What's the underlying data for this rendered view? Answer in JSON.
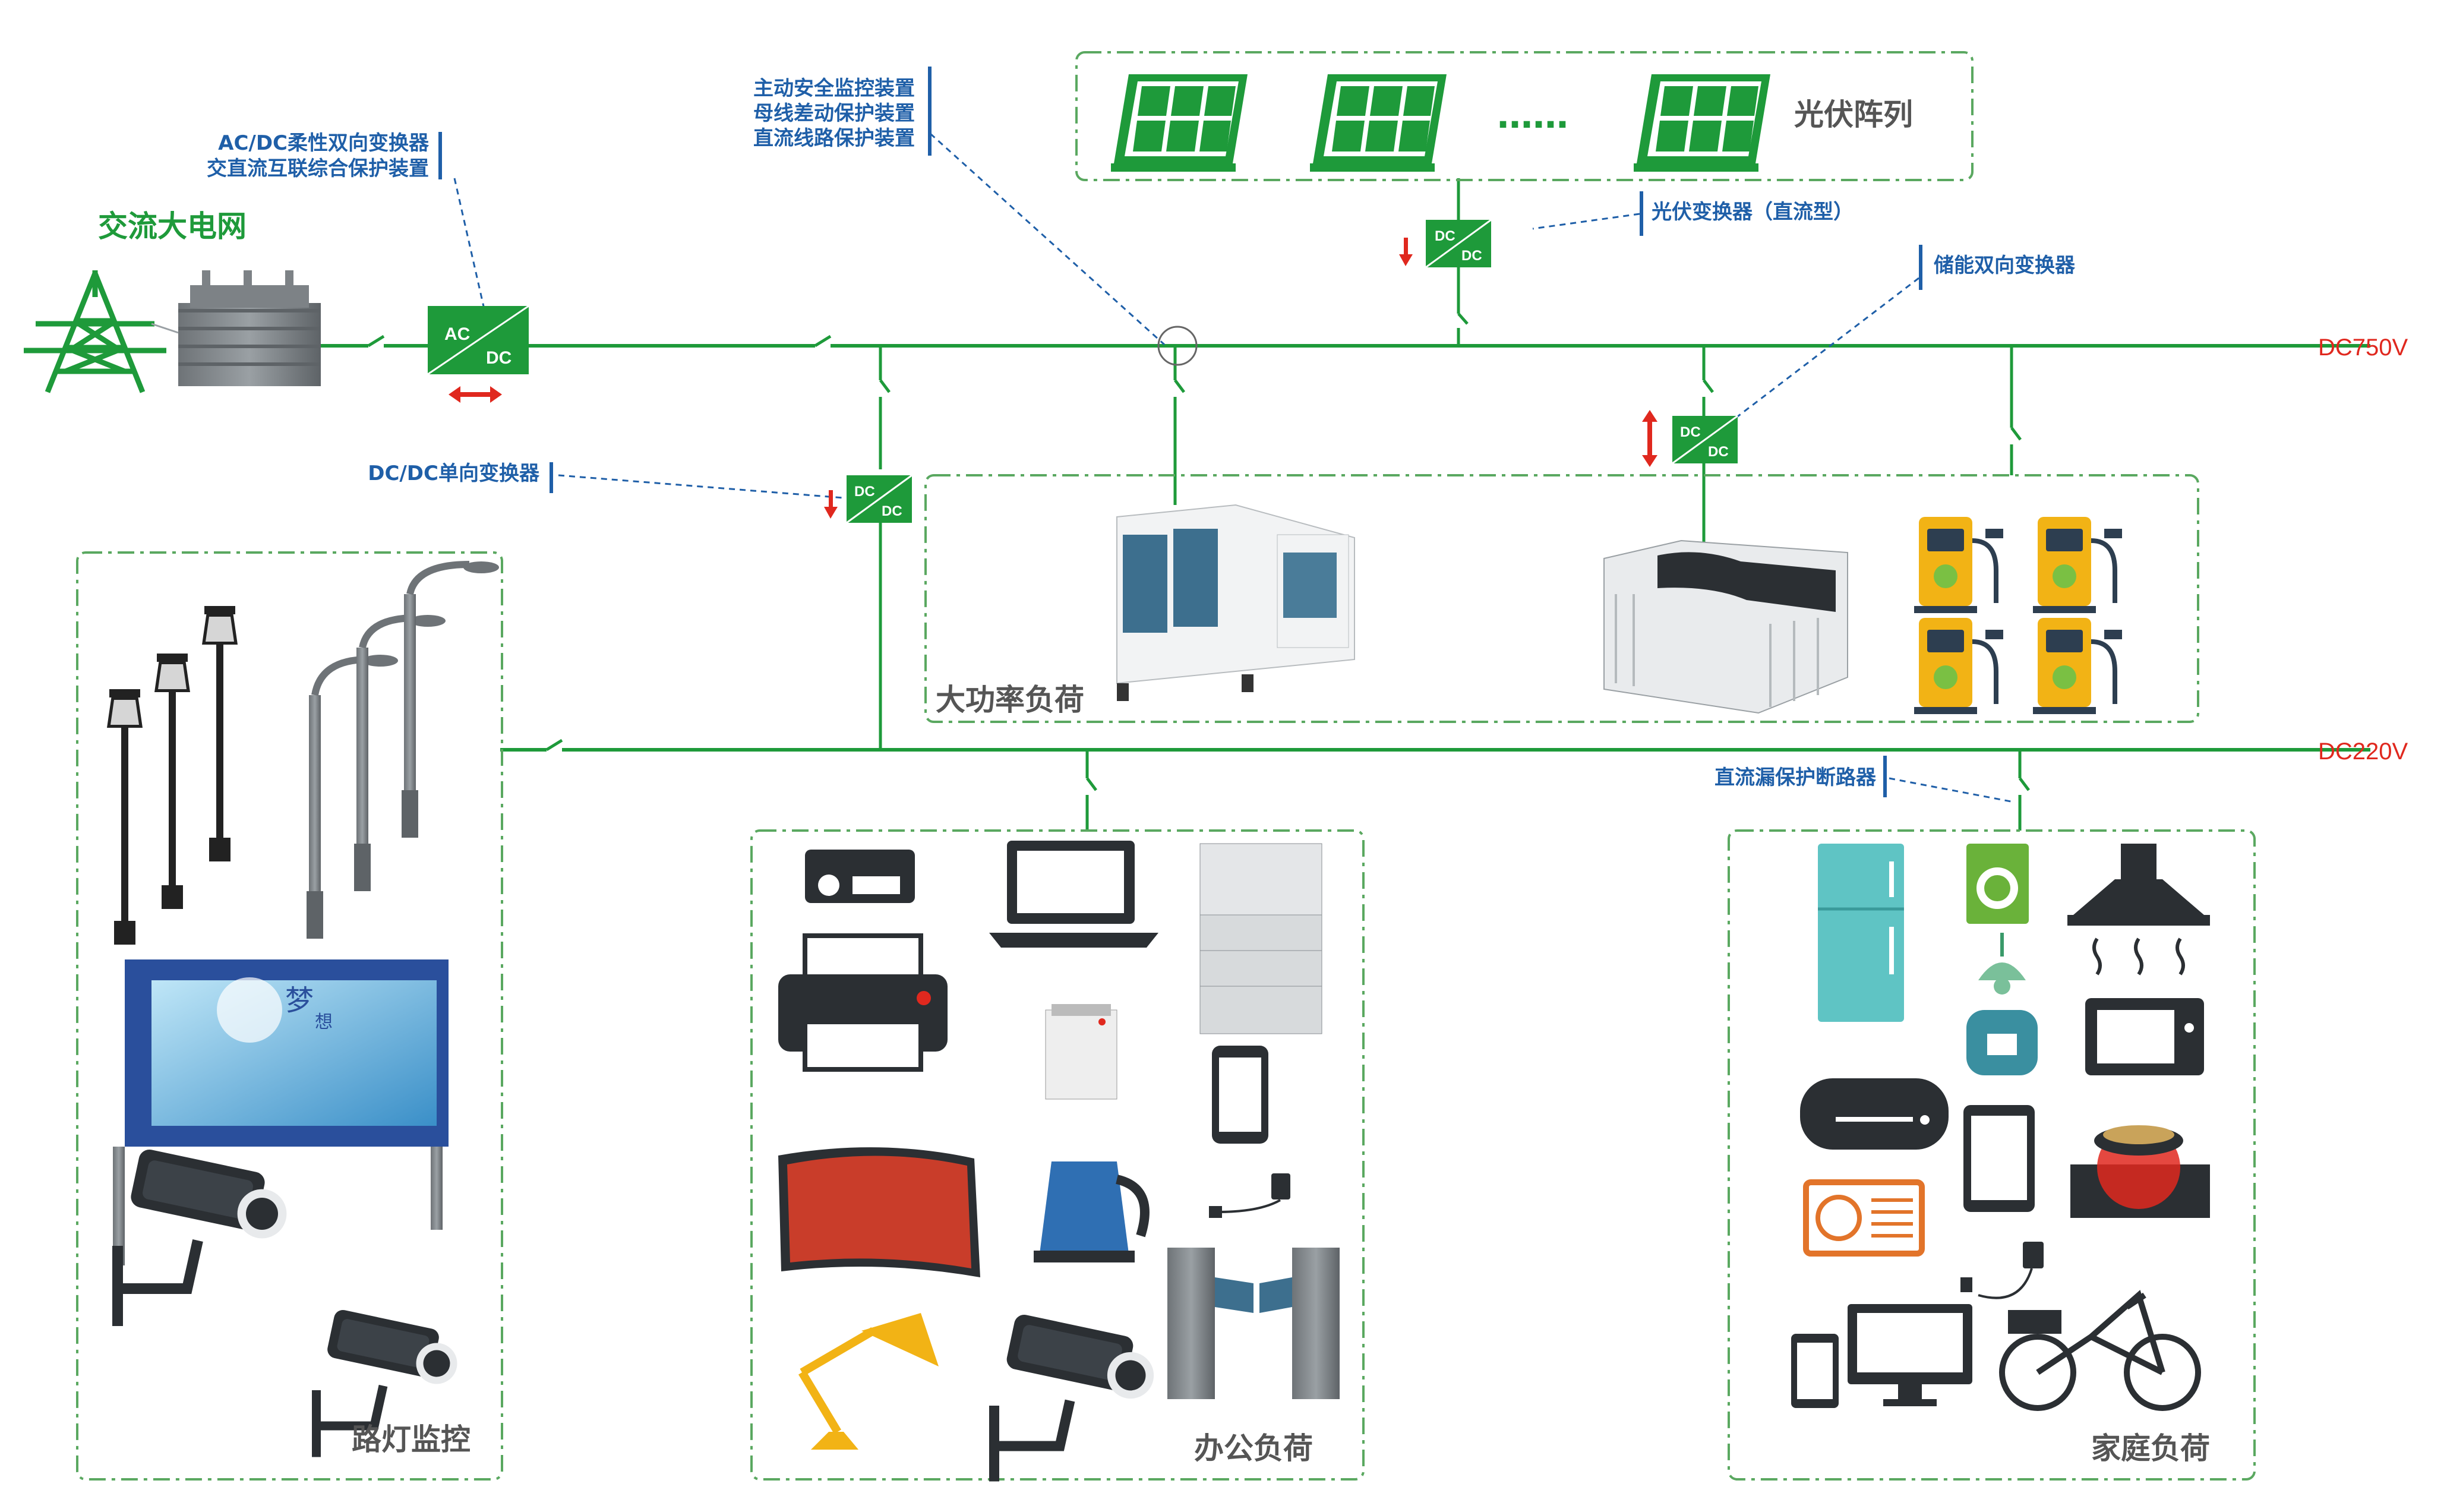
{
  "grid": {
    "title": "交流大电网"
  },
  "converters": {
    "acdc_label": {
      "line1": "AC/DC柔性双向变换器",
      "line2": "交直流互联综合保护装置"
    },
    "acdc_box": {
      "top": "AC",
      "bottom": "DC"
    },
    "protection_label": {
      "line1": "主动安全监控装置",
      "line2": "母线差动保护装置",
      "line3": "直流线路保护装置"
    },
    "pv_converter_label": "光伏变换器（直流型）",
    "storage_converter_label": "储能双向变换器",
    "dcdc_oneway_label": "DC/DC单向变换器",
    "dcdc_box": {
      "top": "DC",
      "bottom": "DC"
    },
    "leakage_breaker_label": "直流漏保护断路器"
  },
  "pv": {
    "title": "光伏阵列",
    "ellipsis": "……"
  },
  "buses": {
    "high": "DC750V",
    "low": "DC220V"
  },
  "groups": {
    "high_power": "大功率负荷",
    "street": "路灯监控",
    "office": "办公负荷",
    "home": "家庭负荷"
  },
  "billboard": {
    "text1": "梦",
    "text2": "想"
  },
  "colors": {
    "green": "#1e9a3a",
    "blue": "#1f5fa8",
    "red": "#e0281e",
    "dashed_border": "#5aa860"
  },
  "icons": {
    "street_group": [
      "lamp-post-icon",
      "billboard-icon",
      "surveillance-camera-icon"
    ],
    "office_group": [
      "projector-icon",
      "laptop-icon",
      "copier-icon",
      "printer-icon",
      "shredder-icon",
      "phone-icon",
      "curved-screen-icon",
      "kettle-icon",
      "charger-icon",
      "desk-lamp-icon",
      "camera-icon",
      "turnstile-icon"
    ],
    "home_group": [
      "fridge-icon",
      "washer-icon",
      "range-hood-icon",
      "ceiling-lamp-icon",
      "rice-cooker-icon",
      "microwave-icon",
      "water-heater-icon",
      "tablet-icon",
      "induction-cooker-icon",
      "air-conditioner-icon",
      "charger-icon",
      "computer-icon",
      "ebike-icon"
    ]
  }
}
